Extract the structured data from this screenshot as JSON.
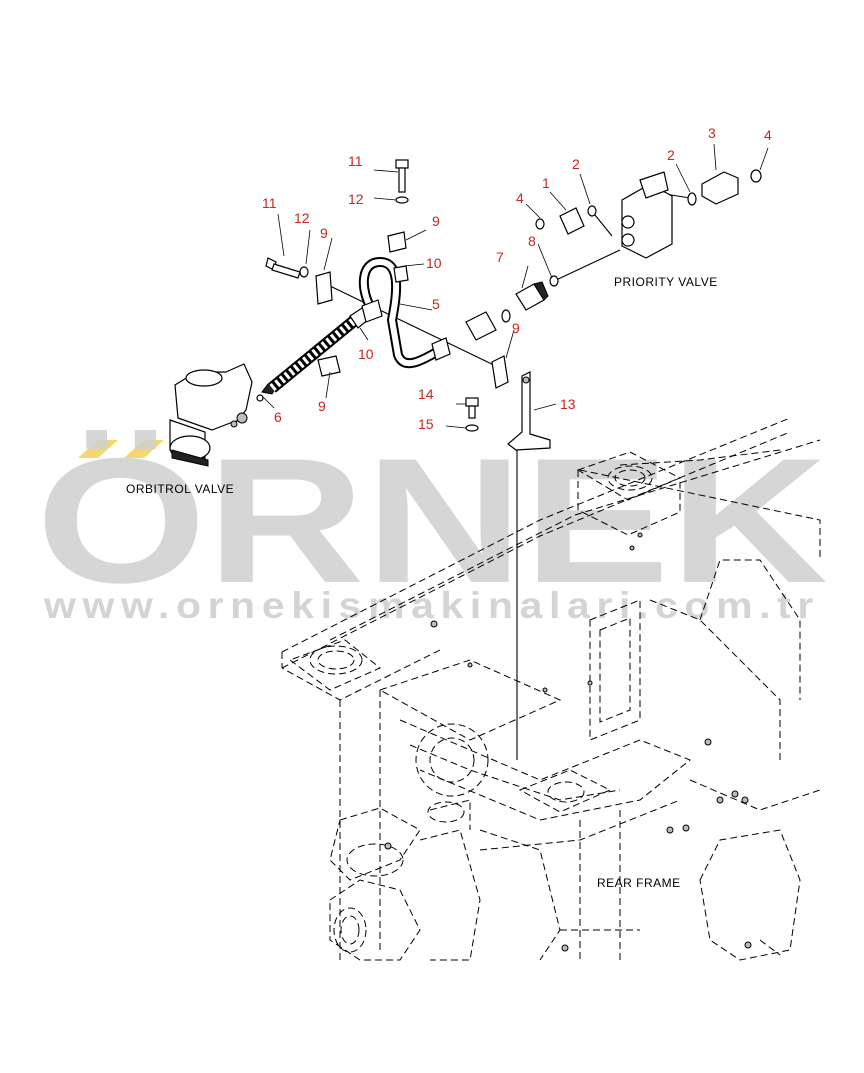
{
  "watermark": {
    "brand": "ÖRNEK",
    "url": "www.ornekismakinalari.com.tr",
    "accent_color": "#f5d76e",
    "text_color": "#cfcfcf"
  },
  "captions": {
    "priority_valve": "PRIORITY VALVE",
    "orbitrol_valve": "ORBITROL VALVE",
    "rear_frame": "REAR FRAME"
  },
  "callouts": {
    "c1": "1",
    "c2a": "2",
    "c2b": "2",
    "c3": "3",
    "c4a": "4",
    "c4b": "4",
    "c5": "5",
    "c6": "6",
    "c7": "7",
    "c8": "8",
    "c9a": "9",
    "c9b": "9",
    "c9c": "9",
    "c9d": "9",
    "c10a": "10",
    "c10b": "10",
    "c11a": "11",
    "c11b": "11",
    "c12a": "12",
    "c12b": "12",
    "c13": "13",
    "c14": "14",
    "c15": "15"
  },
  "colors": {
    "callout": "#c8261f",
    "line": "#000000"
  }
}
